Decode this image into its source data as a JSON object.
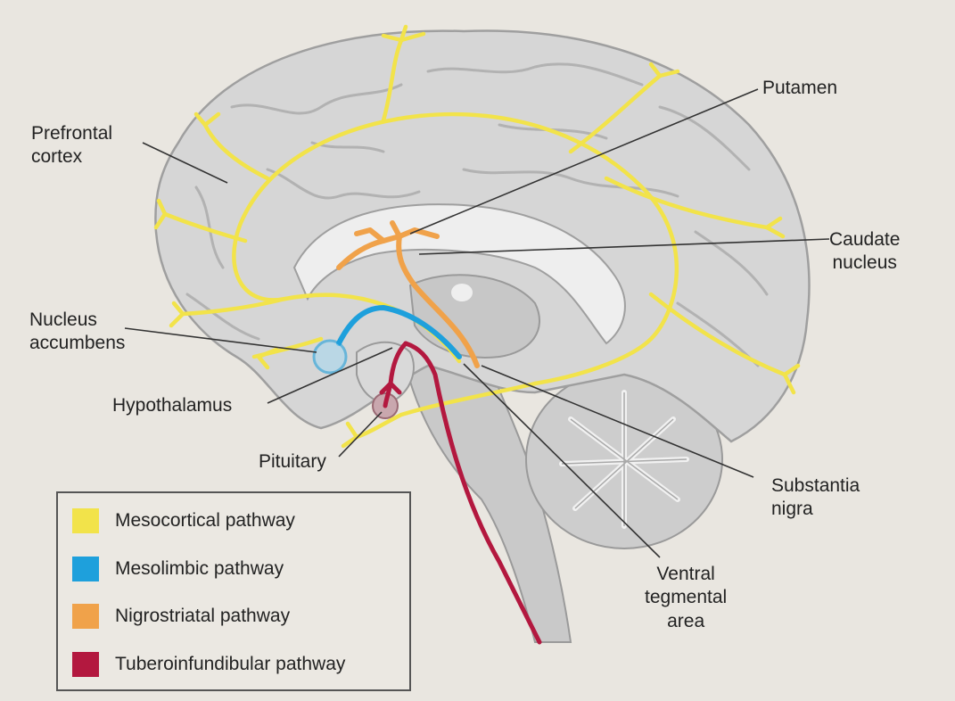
{
  "labels": {
    "prefrontal_cortex": [
      "Prefrontal",
      "cortex"
    ],
    "putamen": [
      "Putamen"
    ],
    "caudate_nucleus": [
      "Caudate",
      "nucleus"
    ],
    "nucleus_accumbens": [
      "Nucleus",
      "accumbens"
    ],
    "hypothalamus": [
      "Hypothalamus"
    ],
    "pituitary": [
      "Pituitary"
    ],
    "substantia_nigra": [
      "Substantia",
      "nigra"
    ],
    "ventral_tegmental_area": [
      "Ventral",
      "tegmental",
      "area"
    ]
  },
  "legend": [
    {
      "label": "Mesocortical pathway",
      "color": "#f2e34a"
    },
    {
      "label": "Mesolimbic pathway",
      "color": "#1ea0dc"
    },
    {
      "label": "Nigrostriatal pathway",
      "color": "#f0a24a"
    },
    {
      "label": "Tuberoinfundibular pathway",
      "color": "#b3183f"
    }
  ],
  "colors": {
    "background": "#e9e6e0",
    "brain_tissue": "#cfcfcf",
    "mesocortical": "#f2e34a",
    "mesolimbic": "#1ea0dc",
    "nigrostriatal": "#f0a24a",
    "tuberoinfundibular": "#b3183f",
    "leader_line": "#333333"
  }
}
